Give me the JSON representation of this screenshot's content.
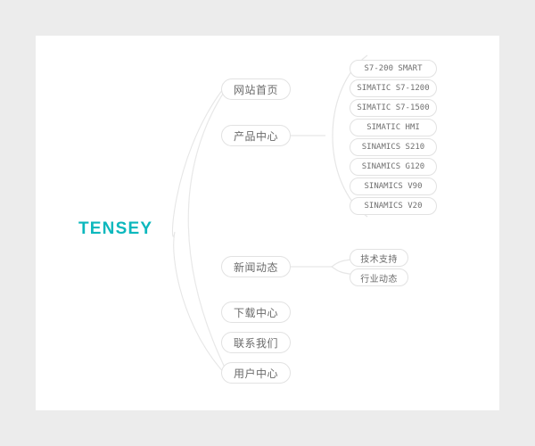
{
  "page": {
    "background_color": "#ececec",
    "canvas_color": "#ffffff"
  },
  "brand": {
    "name": "TENSEY",
    "color": "#0cb8bd"
  },
  "sitemap": {
    "root_label": "TENSEY",
    "nodes": [
      {
        "label": "网站首页",
        "children": []
      },
      {
        "label": "产品中心",
        "children": [
          {
            "label": "S7-200 SMART"
          },
          {
            "label": "SIMATIC S7-1200"
          },
          {
            "label": "SIMATIC S7-1500"
          },
          {
            "label": "SIMATIC HMI"
          },
          {
            "label": "SINAMICS S210"
          },
          {
            "label": "SINAMICS G120"
          },
          {
            "label": "SINAMICS V90"
          },
          {
            "label": "SINAMICS V20"
          }
        ]
      },
      {
        "label": "新闻动态",
        "children": [
          {
            "label": "技术支持"
          },
          {
            "label": "行业动态"
          }
        ]
      },
      {
        "label": "下载中心",
        "children": []
      },
      {
        "label": "联系我们",
        "children": []
      },
      {
        "label": "用户中心",
        "children": []
      }
    ]
  },
  "style": {
    "connector_color": "#e6e6e6",
    "pill_border_color": "#e2e2e2",
    "pill_text_color": "#6b6b6b"
  }
}
